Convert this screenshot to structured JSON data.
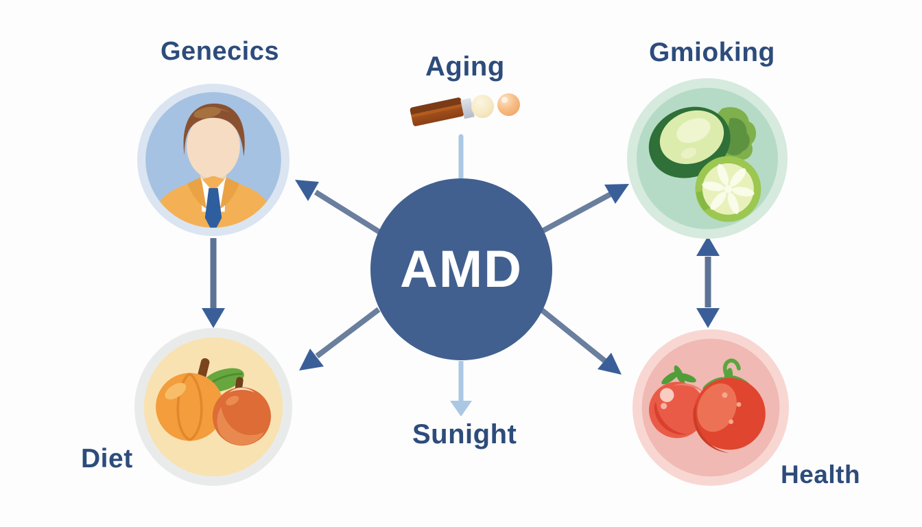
{
  "diagram": {
    "center_label": "AMD",
    "labels": {
      "genetics": "Genecics",
      "aging": "Aging",
      "smoking": "Gmioking",
      "diet": "Diet",
      "sunlight": "Sunight",
      "health": "Health"
    },
    "icons": {
      "genetics": "person-avatar-icon",
      "aging": "cigarette-icon",
      "smoking": "cucumber-lime-slice-icon",
      "diet": "orange-fruits-icon",
      "health": "tomatoes-icon"
    },
    "colors": {
      "label_text": "#2d4c7b",
      "center_circle": "#41608f",
      "center_text": "#ffffff",
      "arrow_shaft": "#6a7e9e",
      "arrow_head": "#3a5f98",
      "light_arrow": "#aac7e4",
      "genetics_ring": "#dbe5f1",
      "genetics_bg": "#a6c2e2",
      "smoking_ring": "#d6eade",
      "smoking_bg": "#b5dbc6",
      "diet_ring": "#e9ebeb",
      "diet_bg": "#f8e2b2",
      "health_ring": "#f8d7d3",
      "health_bg": "#f0b9b3"
    }
  }
}
